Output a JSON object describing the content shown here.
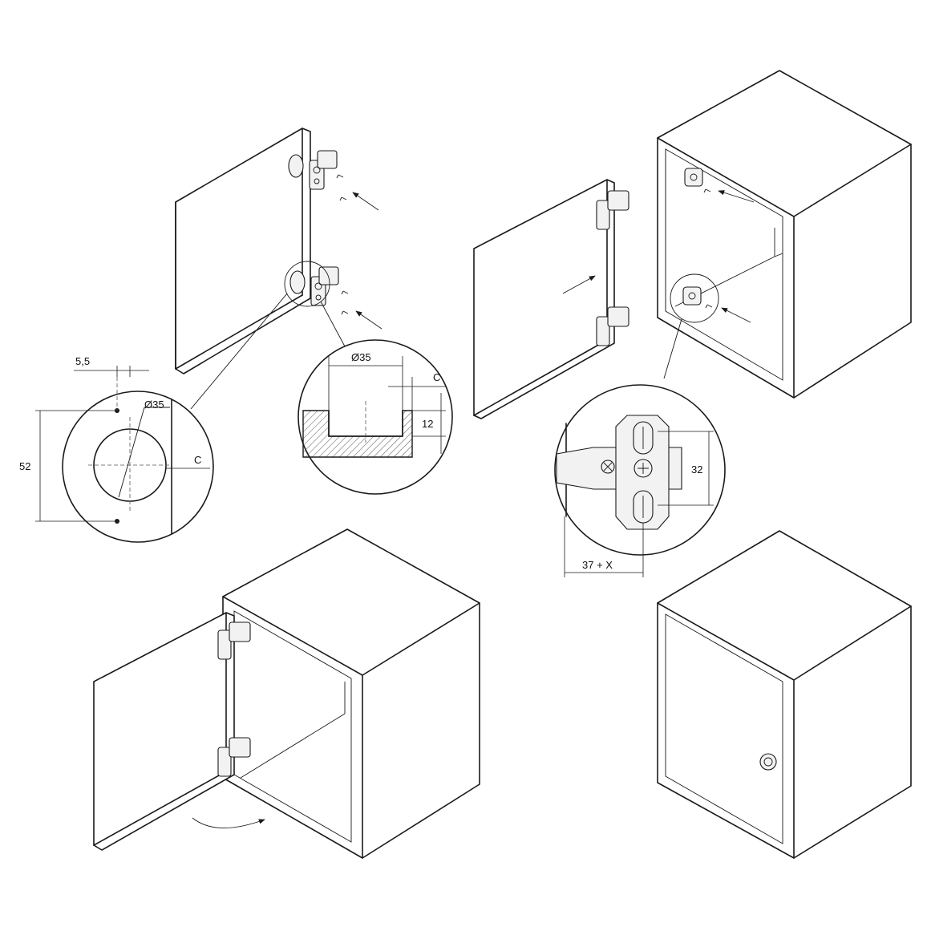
{
  "labels": {
    "dim_55": "5,5",
    "dim_diam_a": "Ø35",
    "dim_52": "52",
    "dim_c_a": "C",
    "dim_diam_b": "Ø35",
    "dim_c_b": "C",
    "dim_12": "12",
    "dim_32": "32",
    "dim_37x": "37 + X"
  },
  "colors": {
    "line": "#1a1a1a",
    "hatch": "#555555",
    "background": "#ffffff"
  }
}
